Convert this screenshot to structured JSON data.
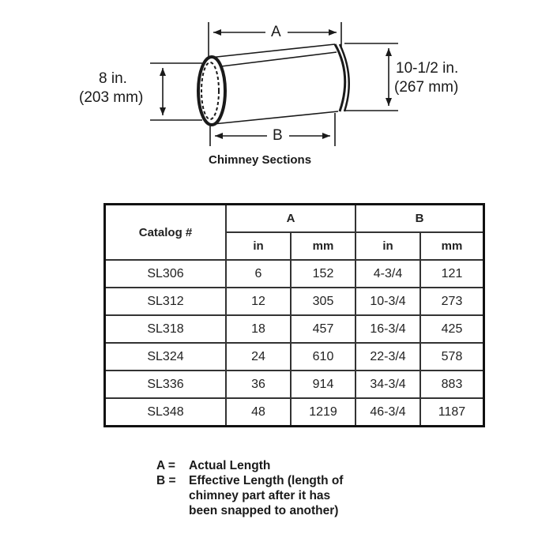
{
  "diagram": {
    "label_a": "A",
    "label_b": "B",
    "left_dim_in": "8 in.",
    "left_dim_mm": "(203 mm)",
    "right_dim_in": "10-1/2 in.",
    "right_dim_mm": "(267 mm)",
    "caption": "Chimney Sections"
  },
  "table": {
    "header": {
      "catalog": "Catalog #",
      "group_a": "A",
      "group_b": "B",
      "a_in": "in",
      "a_mm": "mm",
      "b_in": "in",
      "b_mm": "mm"
    },
    "rows": [
      {
        "catalog": "SL306",
        "a_in": "6",
        "a_mm": "152",
        "b_in": "4-3/4",
        "b_mm": "121"
      },
      {
        "catalog": "SL312",
        "a_in": "12",
        "a_mm": "305",
        "b_in": "10-3/4",
        "b_mm": "273"
      },
      {
        "catalog": "SL318",
        "a_in": "18",
        "a_mm": "457",
        "b_in": "16-3/4",
        "b_mm": "425"
      },
      {
        "catalog": "SL324",
        "a_in": "24",
        "a_mm": "610",
        "b_in": "22-3/4",
        "b_mm": "578"
      },
      {
        "catalog": "SL336",
        "a_in": "36",
        "a_mm": "914",
        "b_in": "34-3/4",
        "b_mm": "883"
      },
      {
        "catalog": "SL348",
        "a_in": "48",
        "a_mm": "1219",
        "b_in": "46-3/4",
        "b_mm": "1187"
      }
    ]
  },
  "legend": [
    {
      "key": "A =",
      "lines": [
        "Actual Length"
      ]
    },
    {
      "key": "B =",
      "lines": [
        "Effective Length (length of",
        "chimney part after it has",
        "been snapped to another)"
      ]
    }
  ]
}
